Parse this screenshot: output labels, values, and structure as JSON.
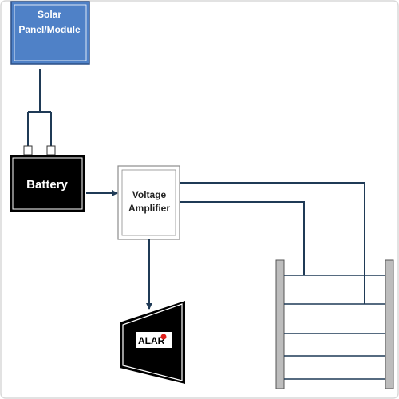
{
  "nodes": {
    "solar_panel": {
      "label_line1": "Solar",
      "label_line2": "Panel/Module"
    },
    "battery": {
      "label": "Battery"
    },
    "voltage_amplifier": {
      "label_line1": "Voltage",
      "label_line2": "Amplifier"
    },
    "alarm": {
      "label": "ALAR"
    },
    "fence": {
      "label": ""
    }
  },
  "colors": {
    "panel_fill": "#4f81c7",
    "panel_border": "#2c4f86",
    "wire": "#1f3a56",
    "battery_fill": "#000000",
    "fence_post": "#bdbdbd",
    "fence_wire": "#1f3a56",
    "alarm_dot": "#e0201c",
    "frame_border": "#d9d9d9"
  }
}
